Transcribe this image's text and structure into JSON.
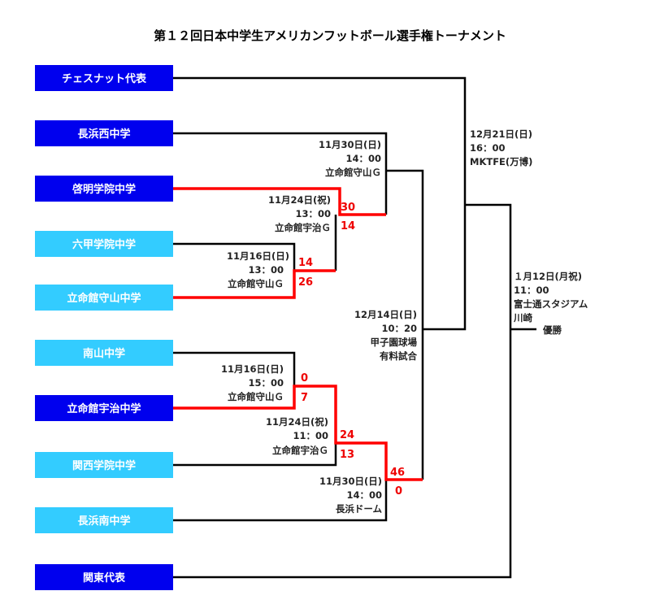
{
  "title": "第１２回日本中学生アメリカンフットボール選手権トーナメント",
  "colors": {
    "dark": "#0000ee",
    "light": "#33ccff",
    "winner_line": "#ff0000"
  },
  "teams": [
    {
      "name": "チェスナット代表",
      "color": "dark"
    },
    {
      "name": "長浜西中学",
      "color": "dark"
    },
    {
      "name": "啓明学院中学",
      "color": "dark"
    },
    {
      "name": "六甲学院中学",
      "color": "light"
    },
    {
      "name": "立命館守山中学",
      "color": "light"
    },
    {
      "name": "南山中学",
      "color": "light"
    },
    {
      "name": "立命館宇治中学",
      "color": "dark"
    },
    {
      "name": "関西学院中学",
      "color": "light"
    },
    {
      "name": "長浜南中学",
      "color": "light"
    },
    {
      "name": "関東代表",
      "color": "dark"
    }
  ],
  "games": {
    "g1": {
      "date": "11月16日(日)",
      "time": "13：00",
      "venue": "立命館守山Ｇ",
      "top": "14",
      "bottom": "26"
    },
    "g2": {
      "date": "11月24日(祝)",
      "time": "13：00",
      "venue": "立命館宇治Ｇ",
      "top": "30",
      "bottom": "14"
    },
    "g3": {
      "date": "11月30日(日)",
      "time": "14：00",
      "venue": "立命館守山Ｇ"
    },
    "g4": {
      "date": "11月16日(日)",
      "time": "15：00",
      "venue": "立命館守山Ｇ",
      "top": "0",
      "bottom": "7"
    },
    "g5": {
      "date": "11月24日(祝)",
      "time": "11：00",
      "venue": "立命館宇治Ｇ",
      "top": "24",
      "bottom": "13"
    },
    "g6": {
      "date": "11月30日(日)",
      "time": "14：00",
      "venue": "長浜ドーム",
      "top": "46",
      "bottom": "0"
    },
    "g7": {
      "date": "12月14日(日)",
      "time": "10：20",
      "venue": "甲子園球場",
      "note": "有料試合"
    },
    "g8": {
      "date": "12月21日(日)",
      "time": "16：00",
      "venue": "MKTFE(万博)"
    },
    "g9": {
      "date": "１月12日(月祝)",
      "time": "11：00",
      "venue": "富士通スタジアム",
      "venue2": "川崎"
    }
  },
  "champion_label": "優勝"
}
